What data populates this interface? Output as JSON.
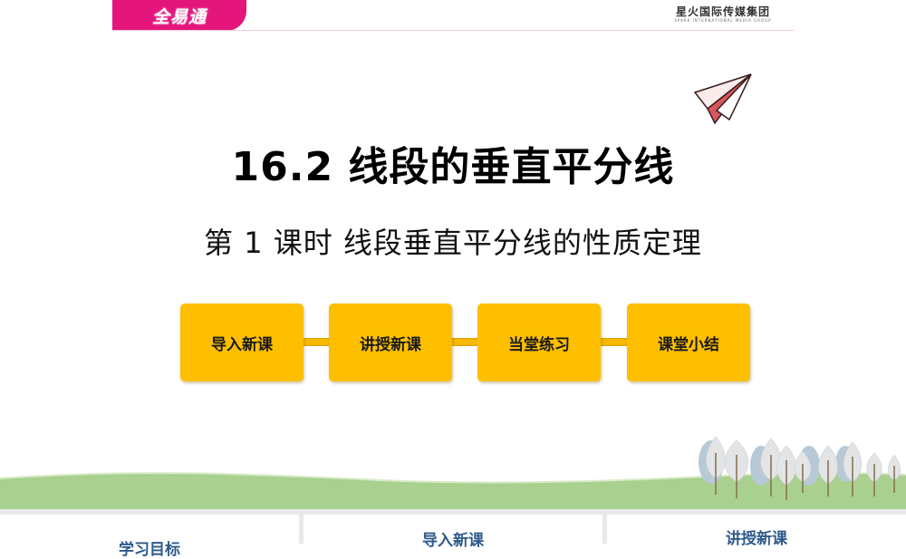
{
  "header": {
    "logo_text": "全易通",
    "publisher_cn": "星火国际传媒集团",
    "publisher_en": "SPARK INTERNATIONAL MEDIA GROUP",
    "brand_color": "#e4157b"
  },
  "slide": {
    "title": "16.2  线段的垂直平分线",
    "subtitle": "第 1 课时  线段垂直平分线的性质定理",
    "nav_color": "#fdbf00",
    "nav_items": [
      {
        "label": "导入新课"
      },
      {
        "label": "讲授新课"
      },
      {
        "label": "当堂练习"
      },
      {
        "label": "课堂小结"
      }
    ]
  },
  "bottom_panels": [
    {
      "title": "学习目标"
    },
    {
      "title": "导入新课"
    },
    {
      "title": "讲授新课"
    }
  ]
}
